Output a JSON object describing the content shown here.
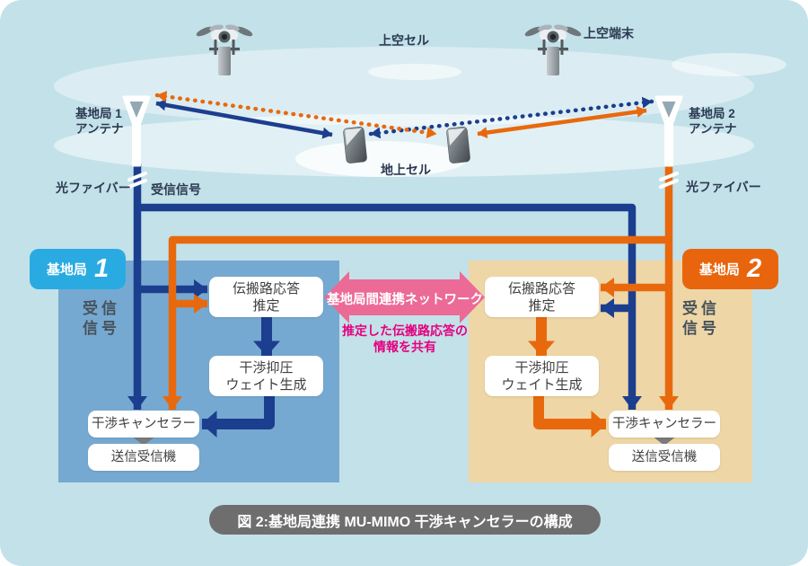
{
  "colors": {
    "background": "#c3e1e9",
    "navy_line": "#1c3e8e",
    "orange_line": "#e8690d",
    "panel_bs1": "#76a9d1",
    "panel_bs2": "#eed6a6",
    "badge_bs1": "#29abe2",
    "badge_bs2": "#e8650d",
    "network_banner": "#ec6a96",
    "share_note_text": "#e4007f",
    "caption_bg": "#6e6e6e"
  },
  "sky": {
    "aerial_cell_label": "上空セル",
    "aerial_terminal_label": "上空端末",
    "ground_cell_label": "地上セル",
    "fiber_label": "光ファイバー",
    "rx_signal_label": "受信信号"
  },
  "antennas": [
    {
      "line1": "基地局 1",
      "line2": "アンテナ"
    },
    {
      "line1": "基地局 2",
      "line2": "アンテナ"
    }
  ],
  "stations": [
    {
      "badge_label": "基地局",
      "badge_number": "1",
      "rx_line1": "受信",
      "rx_line2": "信号",
      "channel_box_line1": "伝搬路応答",
      "channel_box_line2": "推定",
      "weight_box_line1": "干渉抑圧",
      "weight_box_line2": "ウェイト生成",
      "canceller_box": "干渉キャンセラー",
      "transceiver_box": "送信受信機"
    },
    {
      "badge_label": "基地局",
      "badge_number": "2",
      "rx_line1": "受信",
      "rx_line2": "信号",
      "channel_box_line1": "伝搬路応答",
      "channel_box_line2": "推定",
      "weight_box_line1": "干渉抑圧",
      "weight_box_line2": "ウェイト生成",
      "canceller_box": "干渉キャンセラー",
      "transceiver_box": "送信受信機"
    }
  ],
  "network": {
    "banner_label": "基地局間連携ネットワーク",
    "share_note_line1": "推定した伝搬路応答の",
    "share_note_line2": "情報を共有"
  },
  "caption": {
    "text": "図 2:基地局連携 MU-MIMO 干渉キャンセラーの構成"
  }
}
